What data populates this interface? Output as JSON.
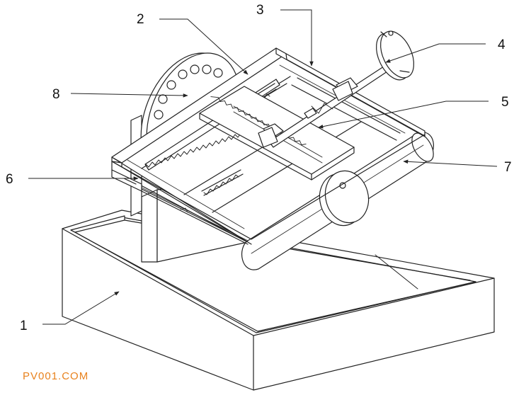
{
  "figure": {
    "callouts": [
      {
        "id": "1",
        "text": "1"
      },
      {
        "id": "2",
        "text": "2"
      },
      {
        "id": "3",
        "text": "3"
      },
      {
        "id": "4",
        "text": "4"
      },
      {
        "id": "5",
        "text": "5"
      },
      {
        "id": "6",
        "text": "6"
      },
      {
        "id": "7",
        "text": "7"
      },
      {
        "id": "8",
        "text": "8"
      }
    ],
    "watermark": "PV001.COM"
  },
  "colors": {
    "line": "#222222",
    "watermark": "#e8821e",
    "background": "#ffffff"
  }
}
